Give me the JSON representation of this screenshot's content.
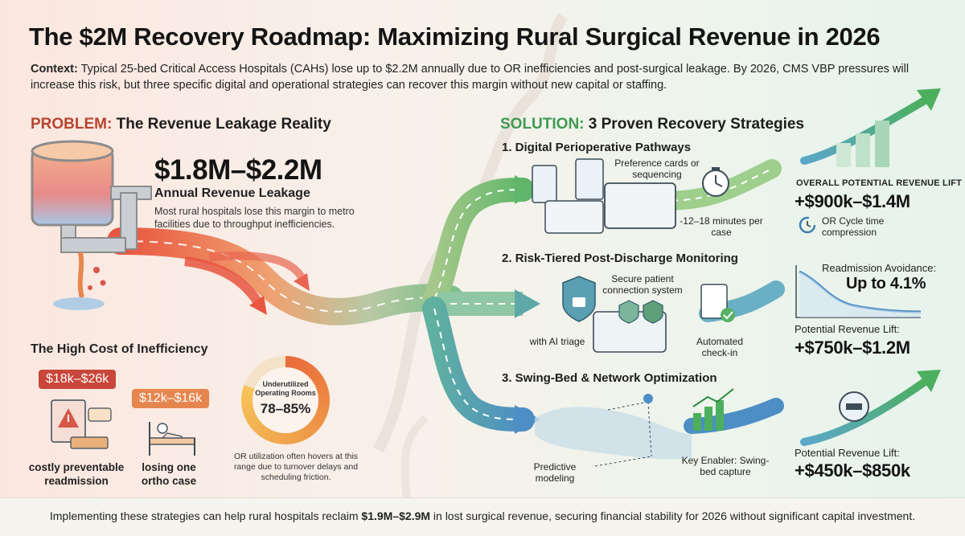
{
  "header": {
    "title": "The $2M Recovery Roadmap: Maximizing Rural Surgical Revenue in 2026",
    "context_label": "Context:",
    "context_text": "Typical 25-bed Critical Access Hospitals (CAHs) lose up to $2.2M annually due to OR inefficiencies and post-surgical leakage. By 2026, CMS VBP pressures will increase this risk, but three specific digital and operational strategies can recover this margin without new capital or staffing."
  },
  "problem": {
    "heading_key": "PROBLEM:",
    "heading_rest": "The Revenue Leakage Reality",
    "leak_amount": "$1.8M–$2.2M",
    "leak_label": "Annual Revenue Leakage",
    "leak_desc": "Most rural hospitals lose this margin to metro facilities due to throughput inefficiencies.",
    "cost_heading": "The High Cost of Inefficiency",
    "readmission_tag": "$18k–$26k",
    "readmission_caption": "costly preventable readmission",
    "ortho_tag": "$12k–$16k",
    "ortho_caption": "losing one ortho case",
    "donut_label": "Underutilized Operating Rooms",
    "donut_value": "78–85%",
    "donut_note": "OR utilization often hovers at this range due to turnover delays and scheduling friction."
  },
  "solution": {
    "heading_key": "SOLUTION:",
    "heading_rest": "3 Proven Recovery Strategies",
    "strategies": [
      {
        "title": "1. Digital Perioperative Pathways",
        "note_a": "Preference cards or sequencing",
        "note_b": "-12–18 minutes per case"
      },
      {
        "title": "2. Risk-Tiered Post-Discharge Monitoring",
        "note_a": "Secure patient connection system",
        "note_b": "with AI triage",
        "note_c": "Automated check-in"
      },
      {
        "title": "3. Swing-Bed & Network Optimization",
        "note_a": "Predictive modeling",
        "note_b": "Key Enabler: Swing-bed capture"
      }
    ]
  },
  "results": {
    "overall_label": "OVERALL POTENTIAL REVENUE LIFT",
    "overall_value": "+$900k–$1.4M",
    "overall_sub": "OR Cycle time compression",
    "readmission_label": "Readmission Avoidance:",
    "readmission_value": "Up to 4.1%",
    "lift2_label": "Potential Revenue Lift:",
    "lift2_value": "+$750k–$1.2M",
    "lift3_label": "Potential Revenue Lift:",
    "lift3_value": "+$450k–$850k"
  },
  "footer": {
    "before": "Implementing these strategies can help rural hospitals reclaim ",
    "highlight": "$1.9M–$2.9M",
    "after": " in lost surgical revenue, securing financial stability for 2026 without significant capital investment."
  },
  "colors": {
    "problem_red": "#b8432e",
    "solution_green": "#3f9a52",
    "road_blue": "#4d8ec4",
    "road_green": "#5fb66a"
  }
}
